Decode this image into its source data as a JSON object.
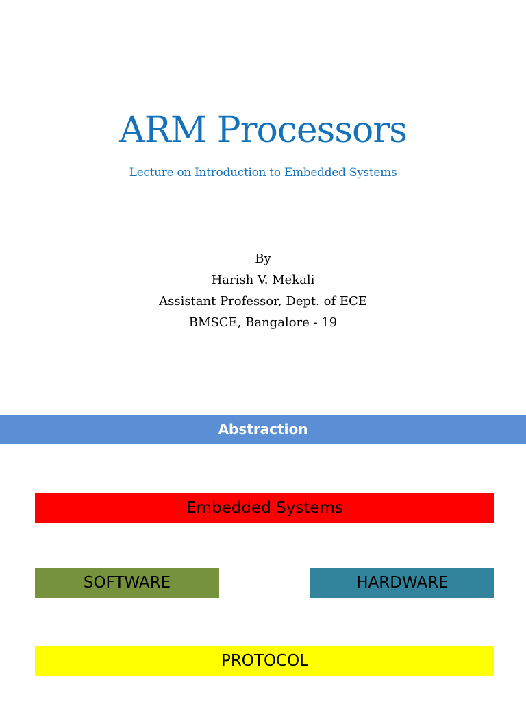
{
  "title_slide": {
    "title": "ARM Processors",
    "subtitle": "Lecture on Introduction to Embedded Systems",
    "author_lines": [
      "By",
      "Harish V. Mekali",
      "Assistant Professor, Dept. of ECE",
      "BMSCE, Bangalore - 19"
    ]
  },
  "abstraction_slide": {
    "header": "Abstraction",
    "boxes": {
      "embedded": "Embedded Systems",
      "software": "SOFTWARE",
      "hardware": "HARDWARE",
      "protocol": "PROTOCOL"
    }
  },
  "colors": {
    "title_blue": "#1572b9",
    "header_bar": "#5a8fd6",
    "embedded_red": "#fe0000",
    "software_green": "#76923c",
    "hardware_teal": "#31849b",
    "protocol_yellow": "#ffff00"
  }
}
